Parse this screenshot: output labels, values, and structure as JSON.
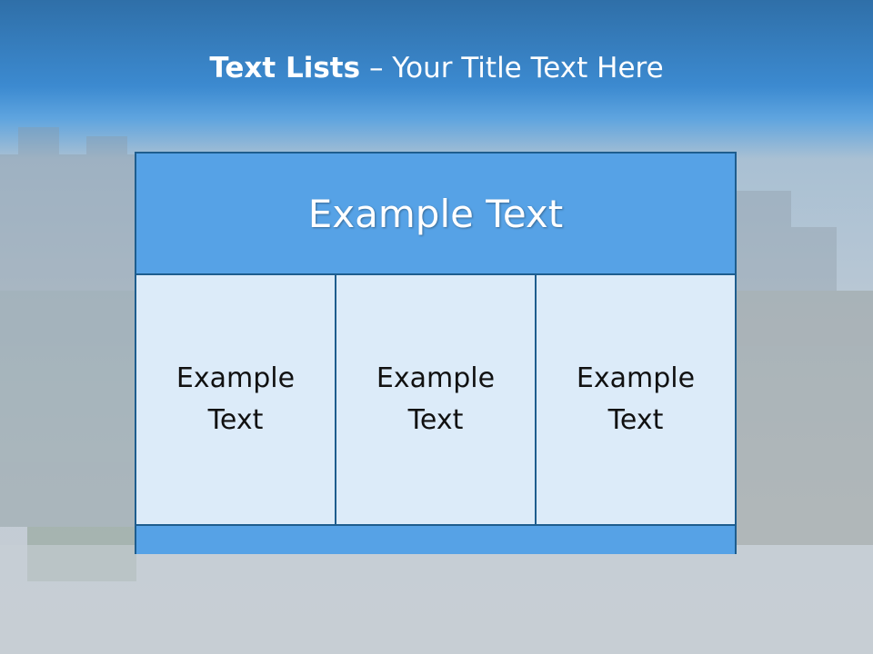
{
  "slide": {
    "title_strong": "Text Lists",
    "title_rest": "– Your Title Text Here"
  },
  "box": {
    "header": "Example Text",
    "columns": [
      "Example Text",
      "Example Text",
      "Example Text"
    ]
  },
  "colors": {
    "title_bar": "#3c8ad0",
    "header_fill": "#56a2e6",
    "cell_fill": "#dcebf9",
    "border": "#1e5d8e"
  }
}
